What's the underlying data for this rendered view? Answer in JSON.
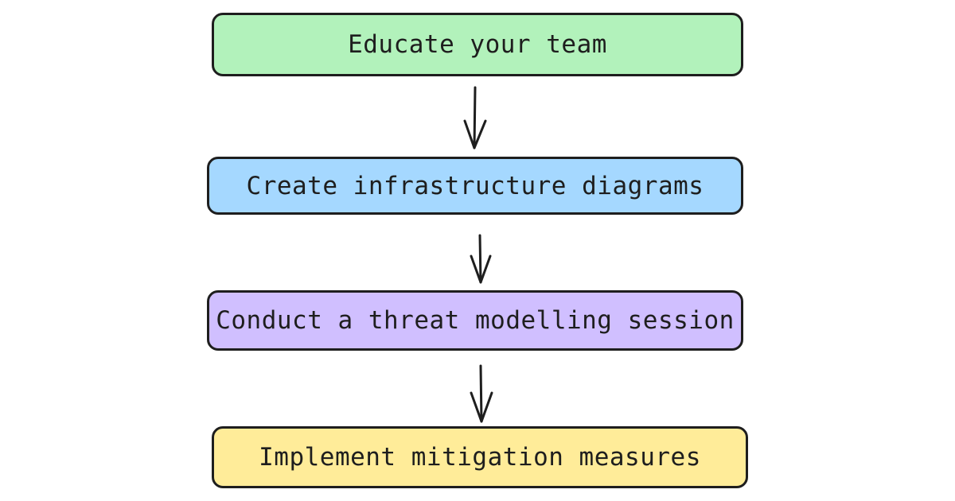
{
  "steps": [
    {
      "label": "Educate your team",
      "color": "#b2f2bb"
    },
    {
      "label": "Create infrastructure diagrams",
      "color": "#a5d8ff"
    },
    {
      "label": "Conduct a threat modelling session",
      "color": "#d0bfff"
    },
    {
      "label": "Implement mitigation measures",
      "color": "#ffec99"
    }
  ],
  "stroke_color": "#1e1e1e"
}
